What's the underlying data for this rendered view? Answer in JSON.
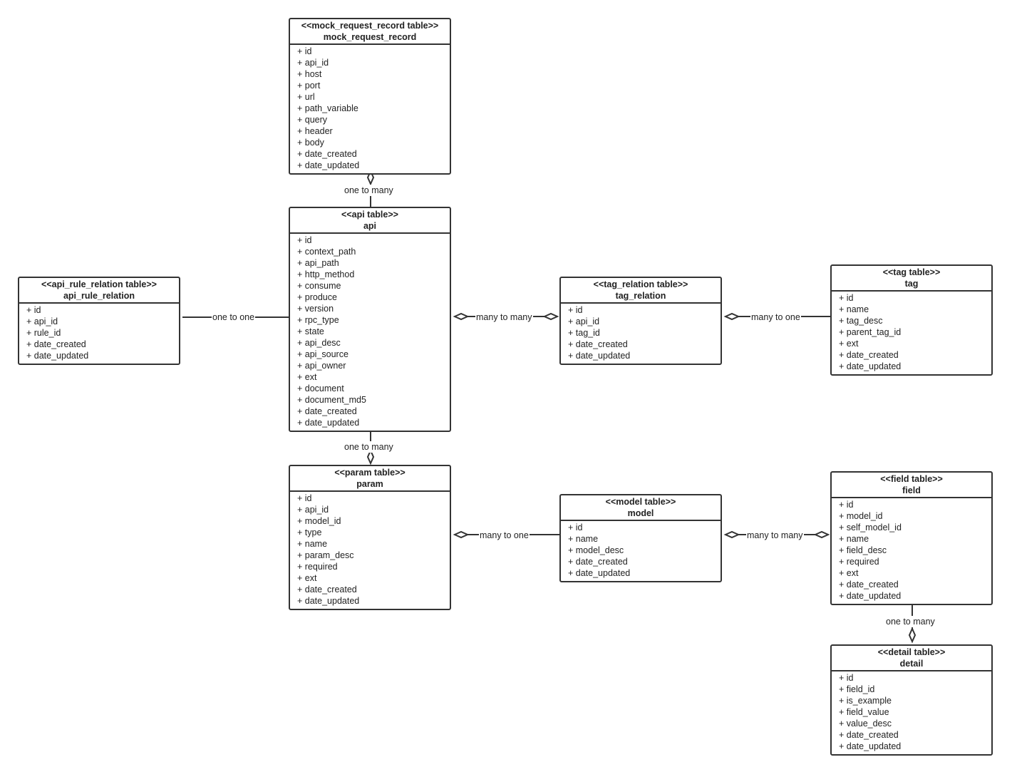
{
  "tables": {
    "mock_request_record": {
      "stereotype": "<<mock_request_record table>>",
      "name": "mock_request_record",
      "fields": [
        "+ id",
        "+ api_id",
        "+ host",
        "+ port",
        "+ url",
        "+ path_variable",
        "+ query",
        "+ header",
        "+ body",
        "+ date_created",
        "+ date_updated"
      ]
    },
    "api": {
      "stereotype": "<<api table>>",
      "name": "api",
      "fields": [
        "+ id",
        "+ context_path",
        "+ api_path",
        "+ http_method",
        "+ consume",
        "+ produce",
        "+ version",
        "+ rpc_type",
        "+ state",
        "+ api_desc",
        "+ api_source",
        "+ api_owner",
        "+ ext",
        "+ document",
        "+ document_md5",
        "+ date_created",
        "+ date_updated"
      ]
    },
    "api_rule_relation": {
      "stereotype": "<<api_rule_relation table>>",
      "name": "api_rule_relation",
      "fields": [
        "+ id",
        "+ api_id",
        "+ rule_id",
        "+ date_created",
        "+ date_updated"
      ]
    },
    "tag_relation": {
      "stereotype": "<<tag_relation table>>",
      "name": "tag_relation",
      "fields": [
        "+ id",
        "+ api_id",
        "+ tag_id",
        "+ date_created",
        "+ date_updated"
      ]
    },
    "tag": {
      "stereotype": "<<tag table>>",
      "name": "tag",
      "fields": [
        "+ id",
        "+ name",
        "+ tag_desc",
        "+ parent_tag_id",
        "+ ext",
        "+ date_created",
        "+ date_updated"
      ]
    },
    "param": {
      "stereotype": "<<param table>>",
      "name": "param",
      "fields": [
        "+ id",
        "+ api_id",
        "+ model_id",
        "+ type",
        "+ name",
        "+ param_desc",
        "+ required",
        "+ ext",
        "+ date_created",
        "+ date_updated"
      ]
    },
    "model": {
      "stereotype": "<<model table>>",
      "name": "model",
      "fields": [
        "+ id",
        "+ name",
        "+ model_desc",
        "+ date_created",
        "+ date_updated"
      ]
    },
    "field": {
      "stereotype": "<<field table>>",
      "name": "field",
      "fields": [
        "+ id",
        "+ model_id",
        "+ self_model_id",
        "+ name",
        "+ field_desc",
        "+ required",
        "+ ext",
        "+ date_created",
        "+ date_updated"
      ]
    },
    "detail": {
      "stereotype": "<<detail table>>",
      "name": "detail",
      "fields": [
        "+ id",
        "+ field_id",
        "+ is_example",
        "+ field_value",
        "+ value_desc",
        "+ date_created",
        "+ date_updated"
      ]
    }
  },
  "relations": {
    "mock_api": "one to many",
    "rule_api": "one to one",
    "api_tagrel": "many to many",
    "tagrel_tag": "many to one",
    "api_param": "one to many",
    "param_model": "many to one",
    "model_field": "many to many",
    "field_detail": "one to many"
  },
  "colors": {
    "stroke": "#333333",
    "text": "#222222",
    "background": "#ffffff"
  }
}
